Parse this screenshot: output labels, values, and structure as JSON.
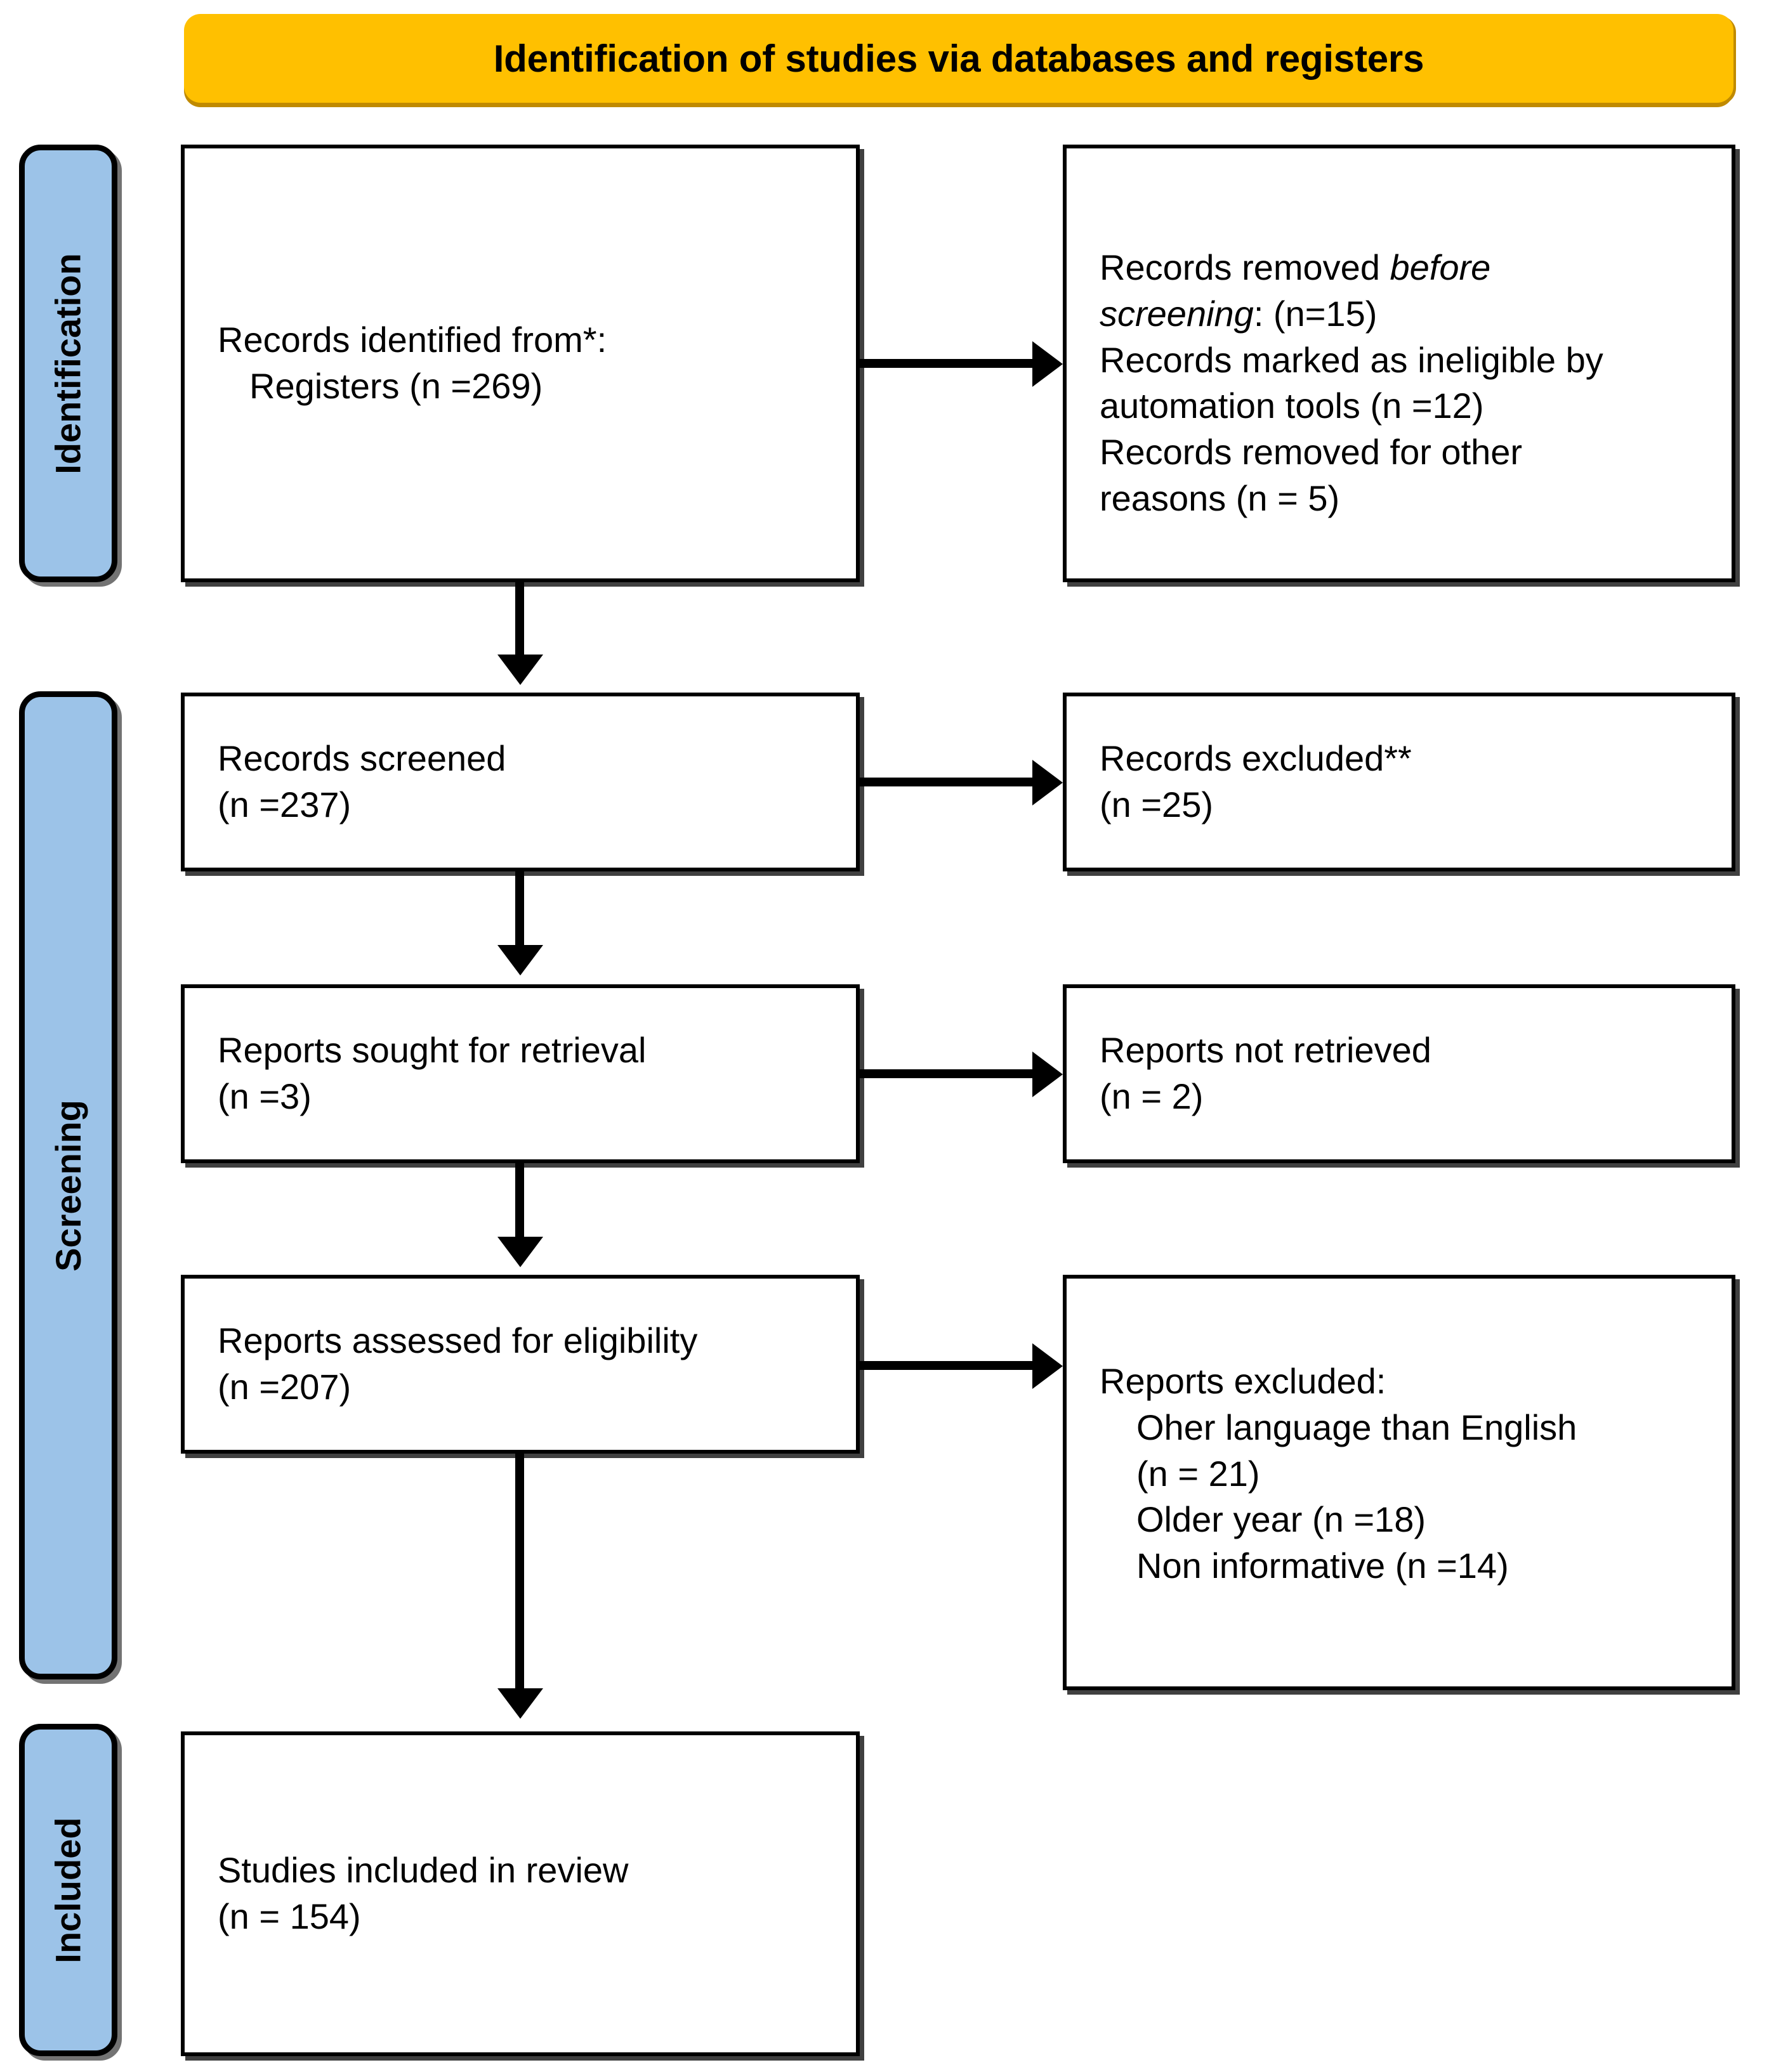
{
  "header": {
    "title": "Identification of studies via databases and registers"
  },
  "stages": [
    {
      "id": "identification",
      "label": "Identification"
    },
    {
      "id": "screening",
      "label": "Screening"
    },
    {
      "id": "included",
      "label": "Included"
    }
  ],
  "boxes": {
    "identified": {
      "line1": "Records identified from*:",
      "line2": "Registers (n =269)"
    },
    "removed": {
      "line1_pre": "Records removed ",
      "line1_italic": "before",
      "line2_italic": "screening",
      "line2_post": ": (n=15)",
      "line3": "Records marked as ineligible by",
      "line4": "automation tools (n =12)",
      "line5": "Records removed for other",
      "line6": "reasons (n = 5)"
    },
    "screened": {
      "line1": "Records screened",
      "line2": "(n =237)"
    },
    "records_excluded": {
      "line1": "Records excluded**",
      "line2": "(n =25)"
    },
    "sought": {
      "line1": "Reports sought for retrieval",
      "line2": "(n =3)"
    },
    "not_retrieved": {
      "line1": "Reports not retrieved",
      "line2": "(n = 2)"
    },
    "assessed": {
      "line1": "Reports assessed for eligibility",
      "line2": "(n =207)"
    },
    "reports_excluded": {
      "line1": "Reports excluded:",
      "line2": "Oher language than English",
      "line3": "(n = 21)",
      "line4": "Older year (n =18)",
      "line5": "Non informative (n =14)"
    },
    "included_review": {
      "line1": "Studies included in review",
      "line2": "(n = 154)"
    }
  },
  "colors": {
    "banner": "#FFC000",
    "banner_shadow": "#C08A00",
    "stage_tab": "#9CC3E8",
    "outline": "#000000",
    "box_fill": "#FFFFFF"
  },
  "chart_data": {
    "type": "diagram",
    "title": "Identification of studies via databases and registers",
    "nodes": [
      {
        "stage": "Identification",
        "label": "Records identified from*: Registers",
        "n": 269
      },
      {
        "stage": "Identification",
        "label": "Records removed before screening",
        "n": 15
      },
      {
        "stage": "Identification",
        "label": "Records marked as ineligible by automation tools",
        "n": 12
      },
      {
        "stage": "Identification",
        "label": "Records removed for other reasons",
        "n": 5
      },
      {
        "stage": "Screening",
        "label": "Records screened",
        "n": 237
      },
      {
        "stage": "Screening",
        "label": "Records excluded**",
        "n": 25
      },
      {
        "stage": "Screening",
        "label": "Reports sought for retrieval",
        "n": 3
      },
      {
        "stage": "Screening",
        "label": "Reports not retrieved",
        "n": 2
      },
      {
        "stage": "Screening",
        "label": "Reports assessed for eligibility",
        "n": 207
      },
      {
        "stage": "Screening",
        "label": "Reports excluded: Oher language than English",
        "n": 21
      },
      {
        "stage": "Screening",
        "label": "Reports excluded: Older year",
        "n": 18
      },
      {
        "stage": "Screening",
        "label": "Reports excluded: Non informative",
        "n": 14
      },
      {
        "stage": "Included",
        "label": "Studies included in review",
        "n": 154
      }
    ]
  }
}
